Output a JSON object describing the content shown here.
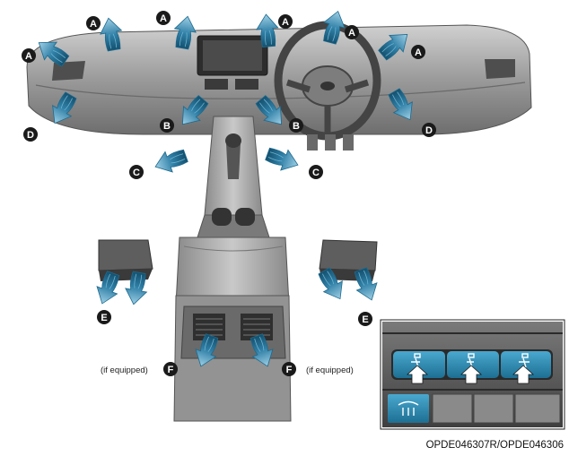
{
  "markers": [
    "A",
    "A",
    "A",
    "A",
    "A",
    "A",
    "B",
    "B",
    "C",
    "C",
    "D",
    "D",
    "E",
    "E",
    "F",
    "F"
  ],
  "equipped_note": "(if equipped)",
  "figure_code": "OPDE046307R/OPDE046306",
  "colors": {
    "arrow_fill": "#1e6a8e",
    "arrow_light": "#6fb2cf",
    "marker_fill": "#1a1a1a",
    "body_dark": "#5a5a5a",
    "body_mid": "#8c8c8c",
    "body_light": "#c8c8c8",
    "panel_blue": "#2f8fb6"
  },
  "icons": [
    "air-outlet-arrow-icon",
    "windshield-defrost-icon",
    "face-floor-icon",
    "floor-icon",
    "floor-defrost-icon",
    "recirculation-icon"
  ]
}
